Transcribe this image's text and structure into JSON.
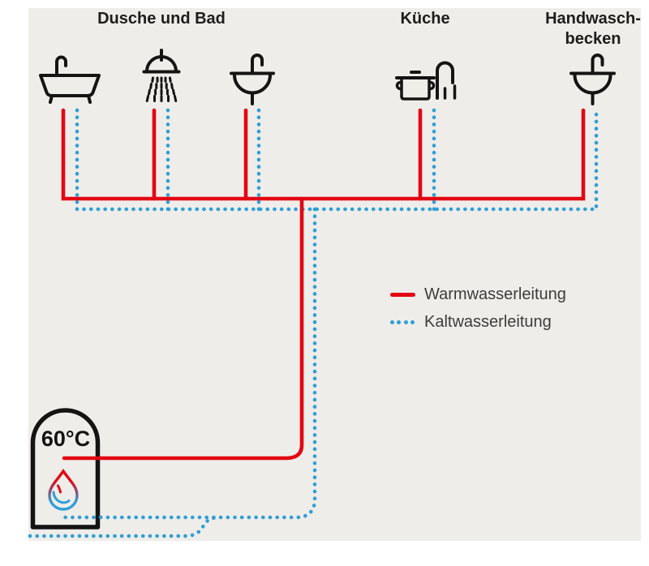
{
  "panel": {
    "background": "#efedea"
  },
  "colors": {
    "hot_water": "#e30613",
    "cold_water": "#2f9fd6",
    "outline": "#141413",
    "label_text": "#1d1d1b",
    "legend_text": "#3c3c3b",
    "panel_bg": "#efedea"
  },
  "groups": {
    "bath": {
      "label": "Dusche und Bad"
    },
    "kitchen": {
      "label": "Küche"
    },
    "handbasin": {
      "label_line1": "Handwasch-",
      "label_line2": "becken"
    }
  },
  "icons": {
    "bath_fixtures": [
      "bathtub-icon",
      "shower-icon",
      "washbasin-icon"
    ],
    "kitchen_fixture": "pot-and-faucet-icon",
    "handbasin_fixture": "washbasin-icon",
    "boiler": "boiler-icon",
    "droplet": "water-drop-icon"
  },
  "boiler": {
    "temperature": "60°C"
  },
  "legend": {
    "hot": {
      "label": "Warmwasserleitung"
    },
    "cold": {
      "label": "Kaltwasserleitung"
    }
  }
}
